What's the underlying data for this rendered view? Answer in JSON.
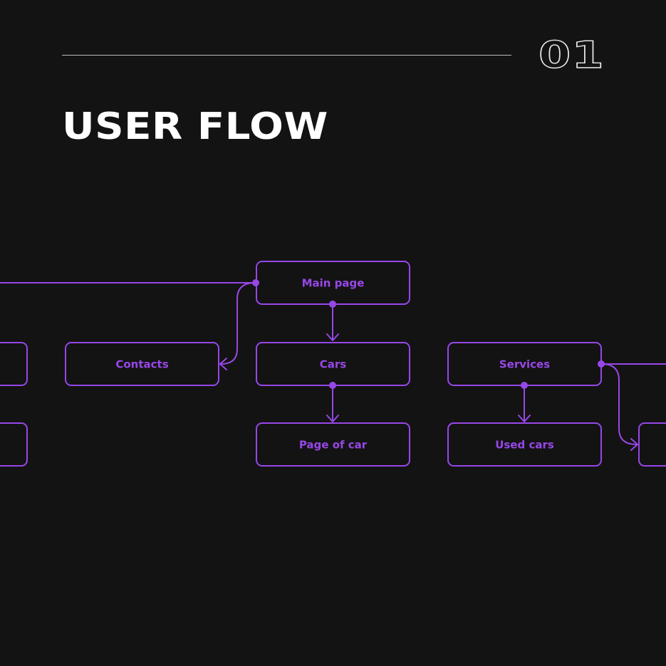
{
  "header": {
    "slide_number": "01",
    "title": "USER FLOW"
  },
  "colors": {
    "background": "#131313",
    "accent": "#9747e8",
    "title": "#ffffff",
    "rule": "#bdbdbd"
  },
  "flow": {
    "nodes": [
      {
        "id": "main",
        "label": "Main page"
      },
      {
        "id": "contacts",
        "label": "Contacts"
      },
      {
        "id": "cars",
        "label": "Cars"
      },
      {
        "id": "services",
        "label": "Services"
      },
      {
        "id": "page_of_car",
        "label": "Page of car"
      },
      {
        "id": "used_cars",
        "label": "Used cars"
      },
      {
        "id": "left_top",
        "label": ""
      },
      {
        "id": "left_bottom",
        "label": ""
      },
      {
        "id": "right_bottom",
        "label": ""
      }
    ],
    "edges": [
      {
        "from": "main",
        "to": "contacts"
      },
      {
        "from": "main",
        "to": "cars"
      },
      {
        "from": "cars",
        "to": "page_of_car"
      },
      {
        "from": "services",
        "to": "used_cars"
      },
      {
        "from": "services",
        "to": "right_bottom"
      }
    ]
  }
}
